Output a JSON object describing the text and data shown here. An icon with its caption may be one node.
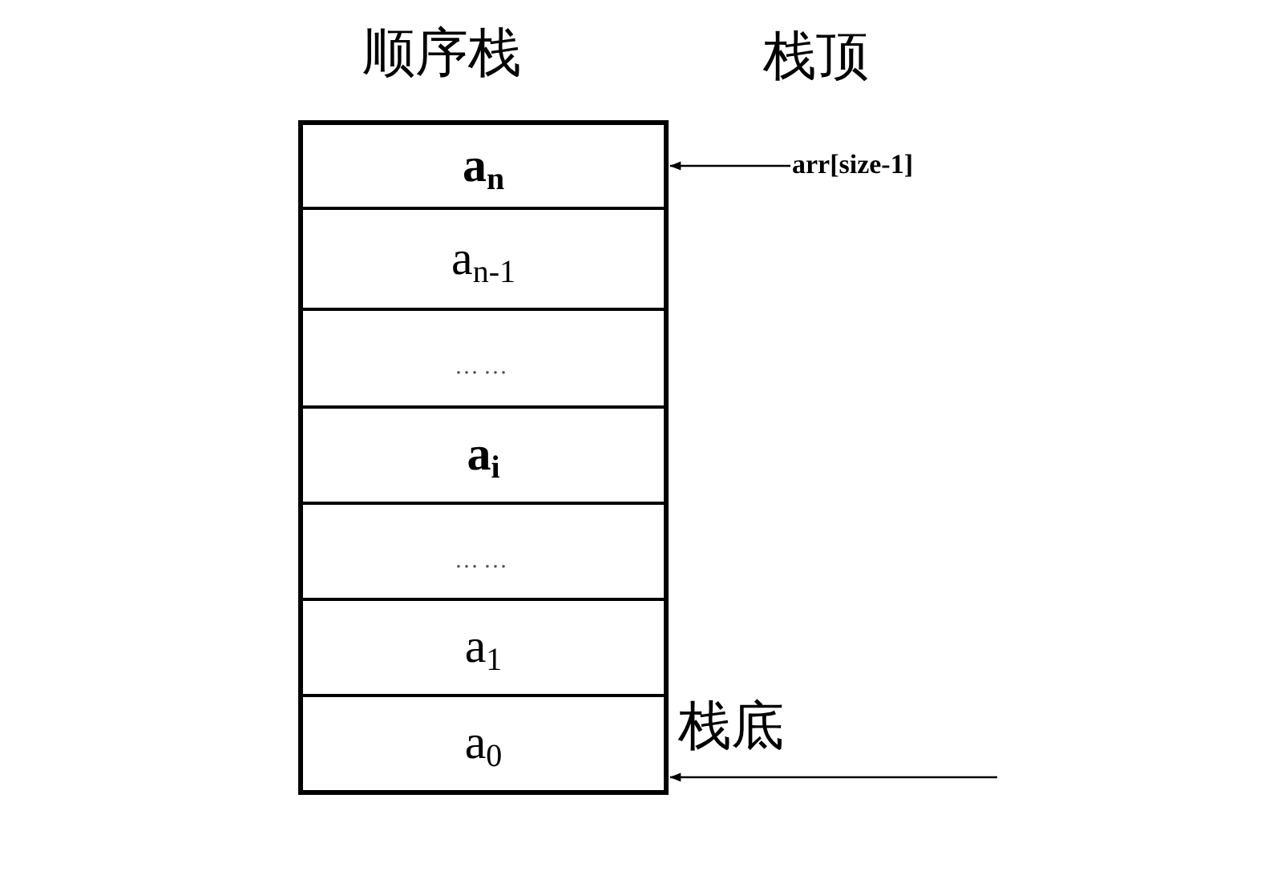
{
  "diagram": {
    "title": "顺序栈",
    "nodes": [
      {
        "text": [],
        "shape": "box"
      },
      {
        "text": [
          "a$_{n}$"
        ],
        "in": 0
      },
      {
        "text": [
          "a$_{n-1}$"
        ],
        "in": 0
      },
      {
        "text": [
          "……"
        ],
        "in": 0
      },
      {
        "text": [
          "a$_{i}$"
        ],
        "in": 0
      },
      {
        "text": [
          "……"
        ],
        "in": 0
      },
      {
        "text": [
          "a$_{1}$"
        ],
        "in": 0
      },
      {
        "text": [
          "a$_{0}$"
        ],
        "in": 0
      },
      {
        "text": [
          "arr[size-1]"
        ]
      }
    ],
    "edges": [
      {
        "from": 8,
        "to": 1,
        "arrow": "to"
      },
      {
        "from": null,
        "to": 7,
        "arrow": "to"
      }
    ],
    "labels": [
      "栈顶",
      "栈底"
    ]
  }
}
